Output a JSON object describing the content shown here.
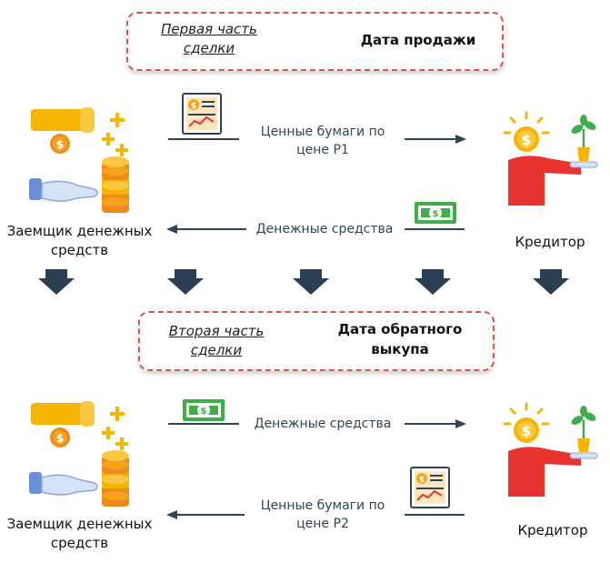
{
  "first_part": {
    "label": "Первая часть сделки",
    "date": "Дата продажи"
  },
  "second_part": {
    "label": "Вторая часть сделки",
    "date": "Дата обратного выкупа"
  },
  "flows": {
    "top_securities": "Ценные бумаги по цене P1",
    "top_cash": "Денежные средства",
    "bottom_cash": "Денежные средства",
    "bottom_securities": "Ценные бумаги по цене P2"
  },
  "parties": {
    "borrower": "Заемщик денежных средств",
    "lender": "Кредитор"
  },
  "colors": {
    "box_border": "#d9544f",
    "arrow": "#2f4458",
    "down_arrow": "#2b3f52",
    "gold": "#f4b400",
    "red": "#e8332f",
    "green": "#3fae49",
    "blue": "#6b8fd6"
  },
  "icons": {
    "money_hand": "hand-coins-icon",
    "document": "securities-document-icon",
    "banknote": "dollar-banknote-icon",
    "lender": "lender-person-plant-icon",
    "down_arrow": "down-arrow-icon"
  }
}
